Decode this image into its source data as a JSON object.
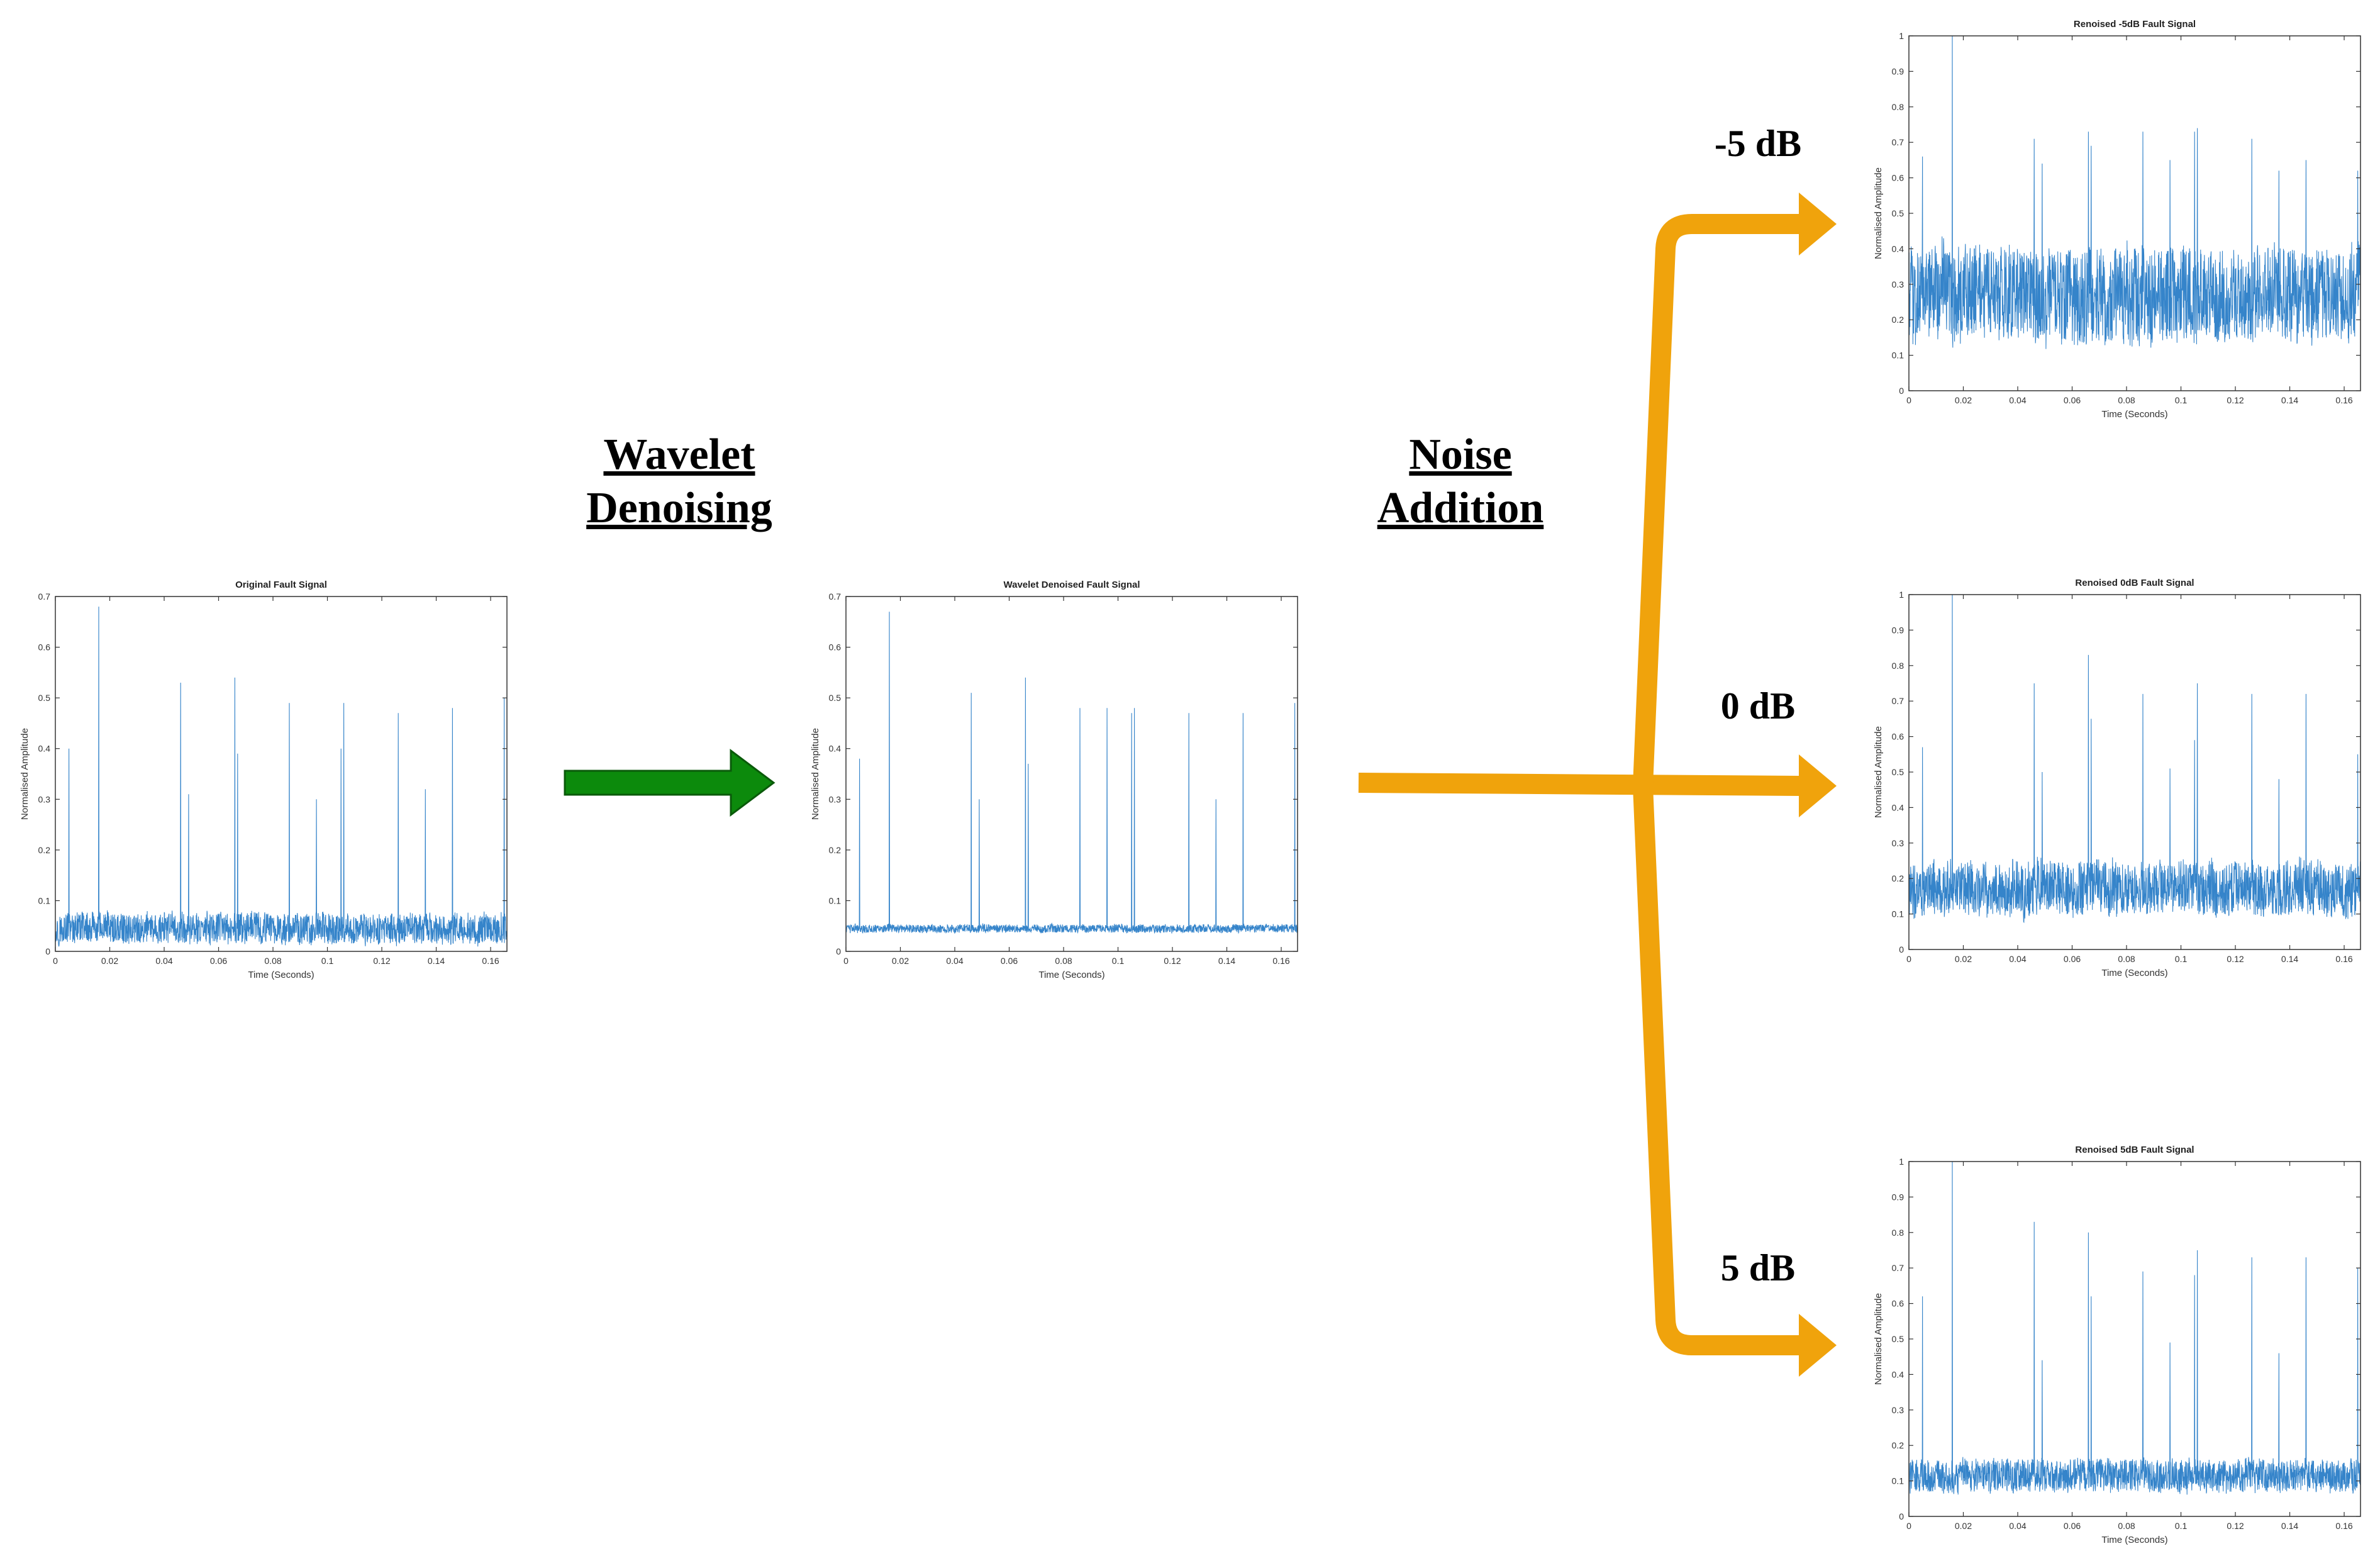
{
  "steps": {
    "wavelet": {
      "line1": "Wavelet",
      "line2": "Denoising"
    },
    "noise": {
      "line1": "Noise",
      "line2": "Addition"
    }
  },
  "branches": {
    "minus5": "-5 dB",
    "zero": "0 dB",
    "plus5": "5 dB"
  },
  "colors": {
    "signal": "#1f77c4",
    "green_arrow": "#0c8a0c",
    "orange_arrow": "#f0a30c",
    "axis": "#333333"
  },
  "chart_data": [
    {
      "id": "original",
      "type": "line",
      "title": "Original Fault Signal",
      "xlabel": "Time (Seconds)",
      "ylabel": "Normalised Amplitude",
      "xlim": [
        0,
        0.166
      ],
      "ylim": [
        0,
        0.7
      ],
      "xticks": [
        "0",
        "0.02",
        "0.04",
        "0.06",
        "0.08",
        "0.1",
        "0.12",
        "0.14",
        "0.16"
      ],
      "xtick_values": [
        0,
        0.02,
        0.04,
        0.06,
        0.08,
        0.1,
        0.12,
        0.14,
        0.16
      ],
      "yticks": [
        "0",
        "0.1",
        "0.2",
        "0.3",
        "0.4",
        "0.5",
        "0.6",
        "0.7"
      ],
      "ytick_values": [
        0,
        0.1,
        0.2,
        0.3,
        0.4,
        0.5,
        0.6,
        0.7
      ],
      "baseline": 0.045,
      "noise_amp": 0.03,
      "spikes": [
        [
          0.005,
          0.4
        ],
        [
          0.016,
          0.68
        ],
        [
          0.046,
          0.53
        ],
        [
          0.049,
          0.31
        ],
        [
          0.066,
          0.54
        ],
        [
          0.067,
          0.39
        ],
        [
          0.086,
          0.49
        ],
        [
          0.096,
          0.3
        ],
        [
          0.105,
          0.4
        ],
        [
          0.106,
          0.49
        ],
        [
          0.126,
          0.47
        ],
        [
          0.136,
          0.32
        ],
        [
          0.146,
          0.48
        ],
        [
          0.165,
          0.5
        ]
      ]
    },
    {
      "id": "denoised",
      "type": "line",
      "title": "Wavelet Denoised Fault Signal",
      "xlabel": "Time (Seconds)",
      "ylabel": "Normalised Amplitude",
      "xlim": [
        0,
        0.166
      ],
      "ylim": [
        0,
        0.7
      ],
      "xticks": [
        "0",
        "0.02",
        "0.04",
        "0.06",
        "0.08",
        "0.1",
        "0.12",
        "0.14",
        "0.16"
      ],
      "xtick_values": [
        0,
        0.02,
        0.04,
        0.06,
        0.08,
        0.1,
        0.12,
        0.14,
        0.16
      ],
      "yticks": [
        "0",
        "0.1",
        "0.2",
        "0.3",
        "0.4",
        "0.5",
        "0.6",
        "0.7"
      ],
      "ytick_values": [
        0,
        0.1,
        0.2,
        0.3,
        0.4,
        0.5,
        0.6,
        0.7
      ],
      "baseline": 0.045,
      "noise_amp": 0.008,
      "spikes": [
        [
          0.005,
          0.38
        ],
        [
          0.016,
          0.67
        ],
        [
          0.046,
          0.51
        ],
        [
          0.049,
          0.3
        ],
        [
          0.066,
          0.54
        ],
        [
          0.067,
          0.37
        ],
        [
          0.086,
          0.48
        ],
        [
          0.096,
          0.48
        ],
        [
          0.105,
          0.47
        ],
        [
          0.106,
          0.48
        ],
        [
          0.126,
          0.47
        ],
        [
          0.136,
          0.3
        ],
        [
          0.146,
          0.47
        ],
        [
          0.165,
          0.49
        ]
      ]
    },
    {
      "id": "renoised-m5",
      "type": "line",
      "title": "Renoised -5dB Fault Signal",
      "xlabel": "Time (Seconds)",
      "ylabel": "Normalised Amplitude",
      "xlim": [
        0,
        0.166
      ],
      "ylim": [
        0,
        1
      ],
      "xticks": [
        "0",
        "0.02",
        "0.04",
        "0.06",
        "0.08",
        "0.1",
        "0.12",
        "0.14",
        "0.16"
      ],
      "xtick_values": [
        0,
        0.02,
        0.04,
        0.06,
        0.08,
        0.1,
        0.12,
        0.14,
        0.16
      ],
      "yticks": [
        "0",
        "0.1",
        "0.2",
        "0.3",
        "0.4",
        "0.5",
        "0.6",
        "0.7",
        "0.8",
        "0.9",
        "1"
      ],
      "ytick_values": [
        0,
        0.1,
        0.2,
        0.3,
        0.4,
        0.5,
        0.6,
        0.7,
        0.8,
        0.9,
        1
      ],
      "baseline": 0.27,
      "noise_amp": 0.13,
      "spikes": [
        [
          0.005,
          0.66
        ],
        [
          0.016,
          1.0
        ],
        [
          0.046,
          0.71
        ],
        [
          0.049,
          0.64
        ],
        [
          0.066,
          0.73
        ],
        [
          0.067,
          0.69
        ],
        [
          0.086,
          0.73
        ],
        [
          0.096,
          0.65
        ],
        [
          0.105,
          0.73
        ],
        [
          0.106,
          0.74
        ],
        [
          0.126,
          0.71
        ],
        [
          0.136,
          0.62
        ],
        [
          0.146,
          0.65
        ],
        [
          0.165,
          0.62
        ]
      ]
    },
    {
      "id": "renoised-0",
      "type": "line",
      "title": "Renoised 0dB Fault Signal",
      "xlabel": "Time (Seconds)",
      "ylabel": "Normalised Amplitude",
      "xlim": [
        0,
        0.166
      ],
      "ylim": [
        0,
        1
      ],
      "xticks": [
        "0",
        "0.02",
        "0.04",
        "0.06",
        "0.08",
        "0.1",
        "0.12",
        "0.14",
        "0.16"
      ],
      "xtick_values": [
        0,
        0.02,
        0.04,
        0.06,
        0.08,
        0.1,
        0.12,
        0.14,
        0.16
      ],
      "yticks": [
        "0",
        "0.1",
        "0.2",
        "0.3",
        "0.4",
        "0.5",
        "0.6",
        "0.7",
        "0.8",
        "0.9",
        "1"
      ],
      "ytick_values": [
        0,
        0.1,
        0.2,
        0.3,
        0.4,
        0.5,
        0.6,
        0.7,
        0.8,
        0.9,
        1
      ],
      "baseline": 0.17,
      "noise_amp": 0.075,
      "spikes": [
        [
          0.005,
          0.57
        ],
        [
          0.016,
          1.0
        ],
        [
          0.046,
          0.75
        ],
        [
          0.049,
          0.5
        ],
        [
          0.066,
          0.83
        ],
        [
          0.067,
          0.65
        ],
        [
          0.086,
          0.72
        ],
        [
          0.096,
          0.51
        ],
        [
          0.105,
          0.59
        ],
        [
          0.106,
          0.75
        ],
        [
          0.126,
          0.72
        ],
        [
          0.136,
          0.48
        ],
        [
          0.146,
          0.72
        ],
        [
          0.165,
          0.55
        ]
      ]
    },
    {
      "id": "renoised-p5",
      "type": "line",
      "title": "Renoised 5dB Fault Signal",
      "xlabel": "Time (Seconds)",
      "ylabel": "Normalised Amplitude",
      "xlim": [
        0,
        0.166
      ],
      "ylim": [
        0,
        1
      ],
      "xticks": [
        "0",
        "0.02",
        "0.04",
        "0.06",
        "0.08",
        "0.1",
        "0.12",
        "0.14",
        "0.16"
      ],
      "xtick_values": [
        0,
        0.02,
        0.04,
        0.06,
        0.08,
        0.1,
        0.12,
        0.14,
        0.16
      ],
      "yticks": [
        "0",
        "0.1",
        "0.2",
        "0.3",
        "0.4",
        "0.5",
        "0.6",
        "0.7",
        "0.8",
        "0.9",
        "1"
      ],
      "ytick_values": [
        0,
        0.1,
        0.2,
        0.3,
        0.4,
        0.5,
        0.6,
        0.7,
        0.8,
        0.9,
        1
      ],
      "baseline": 0.115,
      "noise_amp": 0.045,
      "spikes": [
        [
          0.005,
          0.62
        ],
        [
          0.016,
          1.0
        ],
        [
          0.046,
          0.83
        ],
        [
          0.049,
          0.44
        ],
        [
          0.066,
          0.8
        ],
        [
          0.067,
          0.62
        ],
        [
          0.086,
          0.69
        ],
        [
          0.096,
          0.49
        ],
        [
          0.105,
          0.68
        ],
        [
          0.106,
          0.75
        ],
        [
          0.126,
          0.73
        ],
        [
          0.136,
          0.46
        ],
        [
          0.146,
          0.73
        ],
        [
          0.165,
          0.7
        ]
      ]
    }
  ]
}
